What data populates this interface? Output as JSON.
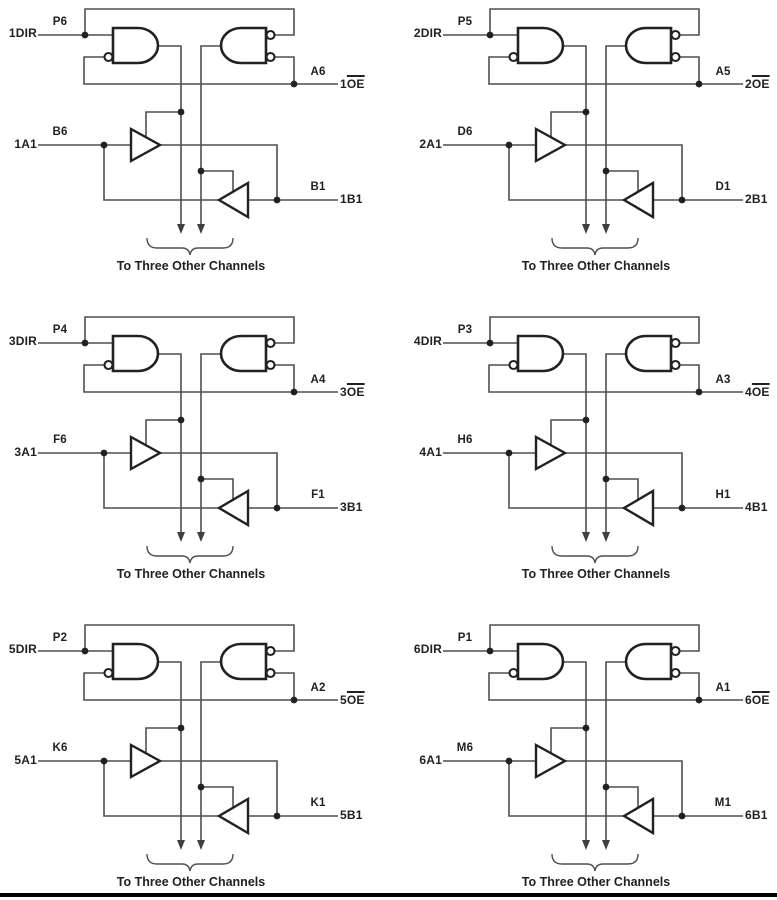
{
  "figure": {
    "type": "logic-diagram",
    "grid": "2 columns x 3 rows of identical transceiver channel circuits",
    "colors": {
      "wire": "#4e4f52",
      "gate_outline": "#212123",
      "text": "#232023",
      "footer_bar": "#000000"
    }
  },
  "blocks": [
    {
      "dir_label": "1DIR",
      "dir_pin": "P6",
      "oe_pin": "A6",
      "oe_num": "1",
      "oe_name": "OE",
      "a_label": "1A1",
      "a_pin": "B6",
      "b_pin": "B1",
      "b_label": "1B1",
      "caption": "To Three Other Channels"
    },
    {
      "dir_label": "2DIR",
      "dir_pin": "P5",
      "oe_pin": "A5",
      "oe_num": "2",
      "oe_name": "OE",
      "a_label": "2A1",
      "a_pin": "D6",
      "b_pin": "D1",
      "b_label": "2B1",
      "caption": "To Three Other Channels"
    },
    {
      "dir_label": "3DIR",
      "dir_pin": "P4",
      "oe_pin": "A4",
      "oe_num": "3",
      "oe_name": "OE",
      "a_label": "3A1",
      "a_pin": "F6",
      "b_pin": "F1",
      "b_label": "3B1",
      "caption": "To Three Other Channels"
    },
    {
      "dir_label": "4DIR",
      "dir_pin": "P3",
      "oe_pin": "A3",
      "oe_num": "4",
      "oe_name": "OE",
      "a_label": "4A1",
      "a_pin": "H6",
      "b_pin": "H1",
      "b_label": "4B1",
      "caption": "To Three Other Channels"
    },
    {
      "dir_label": "5DIR",
      "dir_pin": "P2",
      "oe_pin": "A2",
      "oe_num": "5",
      "oe_name": "OE",
      "a_label": "5A1",
      "a_pin": "K6",
      "b_pin": "K1",
      "b_label": "5B1",
      "caption": "To Three Other Channels"
    },
    {
      "dir_label": "6DIR",
      "dir_pin": "P1",
      "oe_pin": "A1",
      "oe_num": "6",
      "oe_name": "OE",
      "a_label": "6A1",
      "a_pin": "M6",
      "b_pin": "M1",
      "b_label": "6B1",
      "caption": "To Three Other Channels"
    }
  ]
}
